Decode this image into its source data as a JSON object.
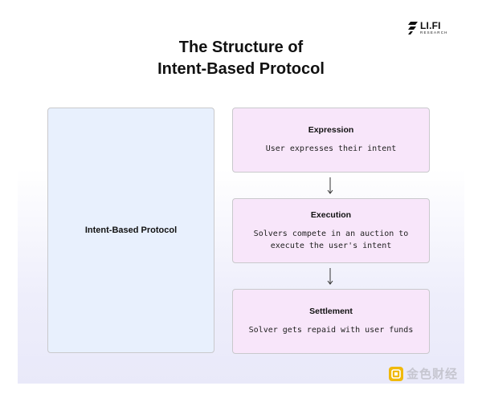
{
  "title": {
    "line1": "The Structure of",
    "line2": "Intent-Based Protocol"
  },
  "logo": {
    "name": "LI.FI",
    "sub": "RESEARCH",
    "icon": "lifi-logo-icon"
  },
  "protocol": {
    "label": "Intent-Based Protocol"
  },
  "steps": [
    {
      "title": "Expression",
      "description": "User expresses their intent"
    },
    {
      "title": "Execution",
      "description": "Solvers compete in an auction to execute the user's intent"
    },
    {
      "title": "Settlement",
      "description": "Solver gets repaid with user funds"
    }
  ],
  "watermark": {
    "text": "金色财经",
    "icon": "jinse-logo-icon"
  },
  "colors": {
    "protocol_fill": "#e8f0fd",
    "step_fill": "#f8e6fa",
    "border": "#c9c9cc",
    "watermark_accent": "#f0b90b"
  }
}
